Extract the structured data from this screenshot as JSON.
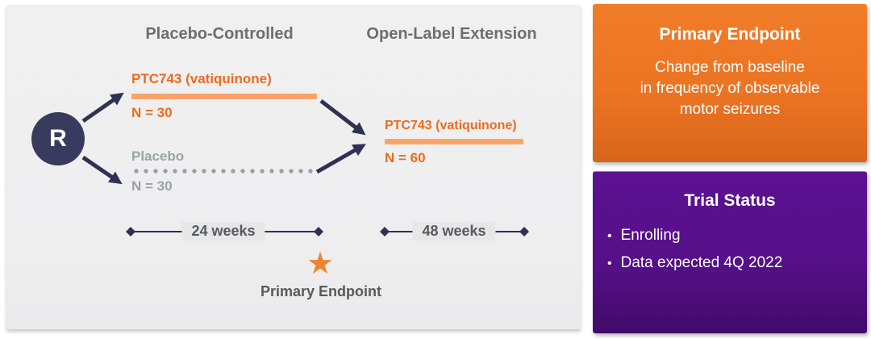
{
  "diagram": {
    "phase1_header": "Placebo-Controlled",
    "phase2_header": "Open-Label Extension",
    "randomization_label": "R",
    "arm1": {
      "label": "PTC743 (vatiquinone)",
      "n": "N = 30"
    },
    "arm2": {
      "label": "Placebo",
      "n": "N = 30"
    },
    "extension_arm": {
      "label": "PTC743 (vatiquinone)",
      "n": "N = 60"
    },
    "timeline1_label": "24 weeks",
    "timeline2_label": "48 weeks",
    "primary_endpoint_marker_label": "Primary Endpoint"
  },
  "cards": {
    "endpoint": {
      "title": "Primary Endpoint",
      "body_lines": [
        "Change from baseline",
        "in frequency of observable",
        "motor seizures"
      ]
    },
    "status": {
      "title": "Trial Status",
      "bullets": [
        "Enrolling",
        "Data expected 4Q 2022"
      ]
    }
  },
  "icons": {
    "star_icon": "★",
    "bullet_icon": "•"
  },
  "colors": {
    "accent_orange": "#ea6c1e",
    "bar_orange": "#f8a468",
    "star_orange": "#ef8430",
    "navy": "#2f3153",
    "card_orange": "#ec7423",
    "card_purple": "#551089",
    "muted_gray": "#9aa3a5",
    "header_gray": "#6d6e71",
    "panel_gray": "#efeff0"
  }
}
